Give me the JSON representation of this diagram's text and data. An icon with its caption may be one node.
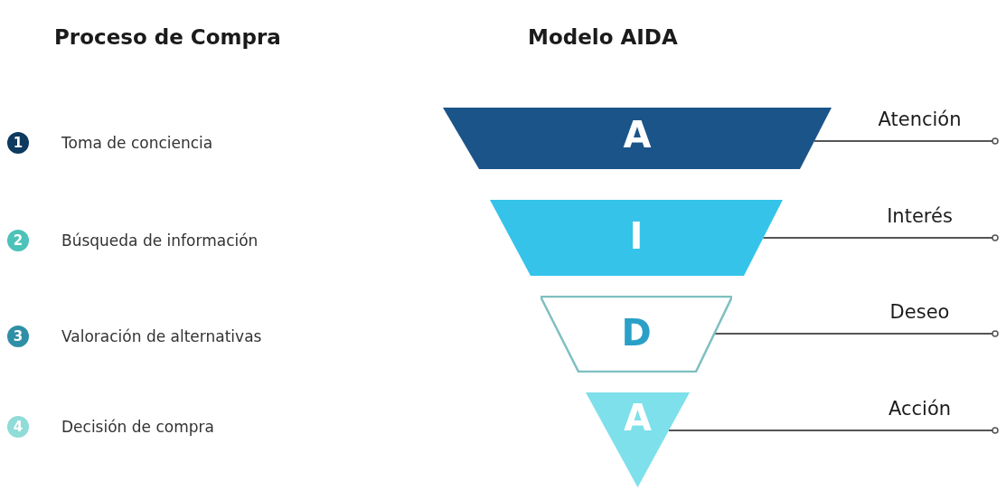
{
  "diagram": {
    "nodes": [
      {
        "text": [
          "1"
        ],
        "beside": [
          "Toma de conciencia"
        ]
      },
      {
        "text": [
          "2"
        ],
        "beside": [
          "Búsqueda de información"
        ]
      },
      {
        "text": [
          "3"
        ],
        "beside": [
          "Valoración de alternativas"
        ]
      },
      {
        "text": [
          "4"
        ],
        "beside": [
          "Decisión de compra"
        ]
      },
      {
        "text": [
          "A"
        ]
      },
      {
        "text": [
          "I"
        ]
      },
      {
        "text": [
          "D"
        ]
      },
      {
        "text": [
          "A"
        ]
      },
      {
        "text": [
          "Atención"
        ]
      },
      {
        "text": [
          "Interés"
        ]
      },
      {
        "text": [
          "Deseo"
        ]
      },
      {
        "text": [
          "Acción"
        ]
      }
    ],
    "edges": [
      {
        "from": 4,
        "to": 8,
        "arrow": "other"
      },
      {
        "from": 5,
        "to": 9,
        "arrow": "other"
      },
      {
        "from": 6,
        "to": 10,
        "arrow": "other"
      },
      {
        "from": 7,
        "to": 11,
        "arrow": "other"
      }
    ],
    "labels": [
      "Proceso de Compra",
      "Modelo AIDA"
    ]
  }
}
